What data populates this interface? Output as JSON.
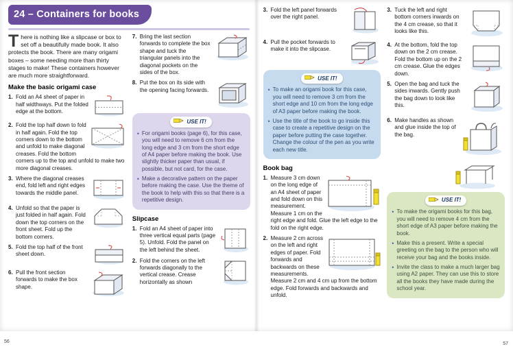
{
  "page": {
    "left_number": "56",
    "right_number": "57"
  },
  "header": {
    "title": "24 – Containers for books"
  },
  "intro": {
    "dropcap": "T",
    "text": "here is nothing like a slipcase or box to set off a beautifully made book. It also protects the book. There are many origami boxes – some needing more than thirty stages to make! These containers however are much more straightforward."
  },
  "basic_case": {
    "heading": "Make the basic origami case",
    "steps": [
      {
        "num": "1.",
        "text": "Fold an A4 sheet of paper in half widthways. Put the folded edge at the bottom."
      },
      {
        "num": "2.",
        "text": "Fold the top half down to fold in half again. Fold the top corners down to the bottom and unfold to make diagonal creases. Fold the bottom corners up to the top and unfold to make two more diagonal creases."
      },
      {
        "num": "3.",
        "text": "Where the diagonal creases end, fold left and right edges towards the middle panel."
      },
      {
        "num": "4.",
        "text": "Unfold so that the paper is just folded in half again. Fold down the top corners on the front sheet. Fold up the bottom corners."
      },
      {
        "num": "5.",
        "text": "Fold the top half of the front sheet down."
      },
      {
        "num": "6.",
        "text": "Pull the front section forwards to make the box shape."
      },
      {
        "num": "7.",
        "text": "Bring the last section forwards to complete the box shape and tuck the triangular panels into the diagonal pockets on the sides of the box."
      },
      {
        "num": "8.",
        "text": "Put the box on its side with the opening facing forwards."
      }
    ]
  },
  "use_it_case": {
    "label": "USE IT!",
    "bullets": [
      "For origami books (page 6), for this case, you will need to remove 6 cm from the long edge and 3 cm from the short edge of A4 paper before making the book. Use slightly thicker paper than usual, if possible, but not card, for the case.",
      "Make a decorative pattern on the paper before making the case. Use the theme of the book to help with this so that there is a repetitive design."
    ]
  },
  "slipcase": {
    "heading": "Slipcase",
    "steps": [
      {
        "num": "1.",
        "text": "Fold an A4 sheet of paper into three vertical equal parts (page 5). Unfold. Fold the panel on the left behind the sheet."
      },
      {
        "num": "2.",
        "text": "Fold the corners on the left forwards diagonally to the vertical crease. Crease horizontally as shown"
      },
      {
        "num": "3.",
        "text": "Fold the left panel forwards over the right panel."
      },
      {
        "num": "4.",
        "text": "Pull the pocket forwards to make it into the slipcase."
      }
    ]
  },
  "use_it_slipcase": {
    "label": "USE IT!",
    "bullets": [
      "To make an origami book for this case, you will need to remove 3 cm from the short edge and 10 cm from the long edge of A3 paper before making the book.",
      "Use the title of the book to go inside this case to create a repetitive design on the paper before putting the case together. Change the colour of the pen as you write each new title."
    ]
  },
  "book_bag": {
    "heading": "Book bag",
    "steps": [
      {
        "num": "1.",
        "text": "Measure 3 cm down on the long edge of an A4 sheet of paper and fold down on this measurement. Measure 1 cm on the right edge and fold. Glue the left edge to the fold on the right edge."
      },
      {
        "num": "2.",
        "text": "Measure 2 cm across on the left and right edges of paper. Fold forwards and backwards on these measurements. Measure 2 cm and 4 cm up from the bottom edge. Fold forwards and backwards and unfold."
      },
      {
        "num": "3.",
        "text": "Tuck the left and right bottom corners inwards on the 4 cm crease, so that it looks like this."
      },
      {
        "num": "4.",
        "text": "At the bottom, fold the top down on the 2 cm crease. Fold the bottom up on the 2 cm crease. Glue the edges down."
      },
      {
        "num": "5.",
        "text": "Open the bag and tuck the sides inwards. Gently push the bag down to look like this."
      },
      {
        "num": "6.",
        "text": "Make handles as shown and glue inside the top of the bag."
      }
    ]
  },
  "use_it_bag": {
    "label": "USE IT!",
    "bullets": [
      "To make the origami books for this bag, you will need to remove 4 cm from the short edge of A3 paper before making the book.",
      "Make this a present. Write a special greeting on the bag to the person who will receive your bag and the books inside.",
      "Invite the class to make a much larger bag using A2 paper. They can use this to store all the books they have made during the school year."
    ]
  },
  "icons": {
    "use_it_tab": "pencil-icon",
    "diagram_accent": "glue-stick-icon"
  },
  "colors": {
    "banner_purple": "#6a4e9d",
    "banner_underline": "#cfc5e6",
    "useit_case_bg": "#ddd6ec",
    "useit_slipcase_bg": "#c7dbee",
    "useit_bag_bg": "#dbe6c3",
    "diagram_shadow": "#dde9f5",
    "accent_yellow": "#f2df31",
    "fold_arrow_red": "#d93636"
  }
}
